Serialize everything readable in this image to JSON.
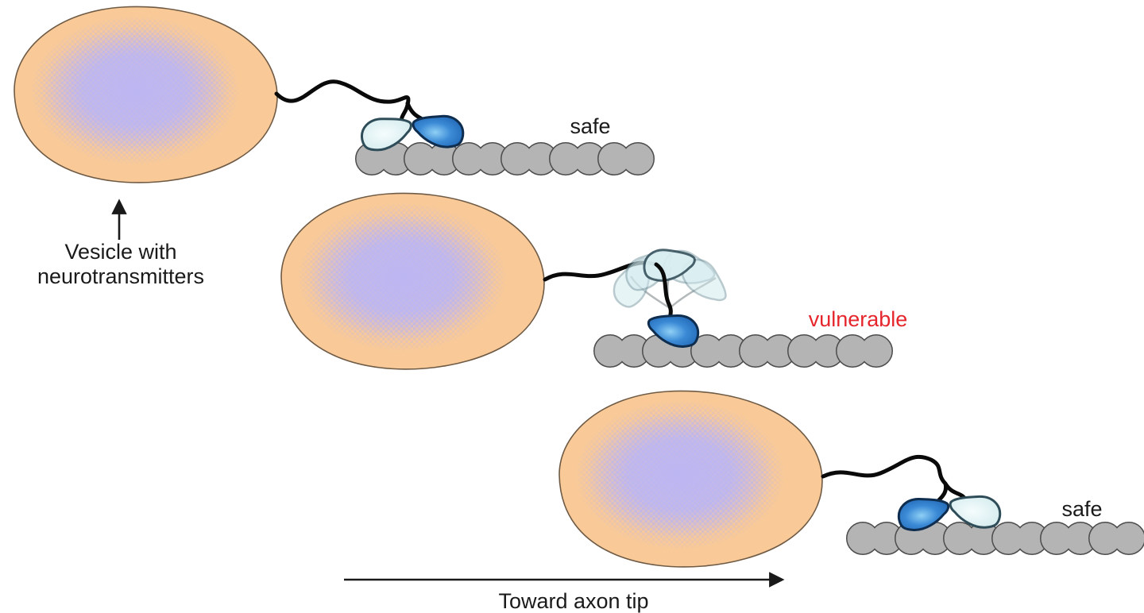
{
  "labels": {
    "vesicle_line1": "Vesicle with",
    "vesicle_line2": "neurotransmitters",
    "safe_top": "safe",
    "vulnerable": "vulnerable",
    "safe_bottom": "safe",
    "direction": "Toward axon tip"
  },
  "colors": {
    "background": "#ffffff",
    "vesicle_fill": "#f9ca98",
    "vesicle_outline": "#6f5b45",
    "neurotransmitter_dots": "#b9b2f0",
    "microtubule_fill": "#b4b4b4",
    "microtubule_outline": "#4d4d4d",
    "motor_head_dark": "#2e7ec9",
    "motor_head_light": "#ddf0f2",
    "tether": "#0a0a0a",
    "ink": "#1a1a1a",
    "vulnerable_text": "#e5262c"
  },
  "scenes": [
    {
      "position": "top",
      "state_label": "safe",
      "motor_state": "both heads bound to microtubule"
    },
    {
      "position": "middle",
      "state_label": "vulnerable",
      "motor_state": "one head detached and swinging"
    },
    {
      "position": "bottom",
      "state_label": "safe",
      "motor_state": "both heads bound to microtubule"
    }
  ]
}
